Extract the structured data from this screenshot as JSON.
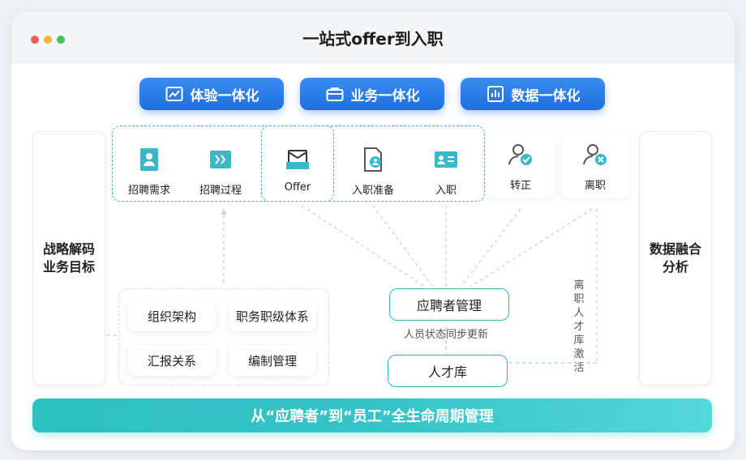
{
  "window": {
    "title": "一站式offer到入职"
  },
  "pills": [
    {
      "label": "体验一体化",
      "icon": "trend-chart-icon"
    },
    {
      "label": "业务一体化",
      "icon": "briefcase-icon"
    },
    {
      "label": "数据一体化",
      "icon": "bar-chart-icon"
    }
  ],
  "left_panel": {
    "line1": "战略解码",
    "line2": "业务目标"
  },
  "right_panel": {
    "line1": "数据融合",
    "line2": "分析"
  },
  "steps": [
    {
      "label": "招聘需求",
      "icon": "id-card-person-icon"
    },
    {
      "label": "招聘过程",
      "icon": "forward-arrows-icon"
    },
    {
      "label": "Offer",
      "icon": "envelope-tray-icon"
    },
    {
      "label": "入职准备",
      "icon": "document-person-icon"
    },
    {
      "label": "入职",
      "icon": "badge-card-icon"
    },
    {
      "label": "转正",
      "icon": "user-check-icon"
    },
    {
      "label": "离职",
      "icon": "user-remove-icon"
    }
  ],
  "org_chips": [
    "组织架构",
    "职务职级体系",
    "汇报关系",
    "编制管理"
  ],
  "candidate_mgmt": {
    "label": "应聘者管理",
    "note": "人员状态同步更新"
  },
  "talent_pool": {
    "label": "人才库"
  },
  "reactivation_note": "离职人才库激活",
  "banner": {
    "text": "从“应聘者”到“员工”全生命周期管理"
  },
  "colors": {
    "primary_blue": "#1f6fe0",
    "teal": "#36b3c3",
    "banner_teal": "#2ec0bf"
  }
}
